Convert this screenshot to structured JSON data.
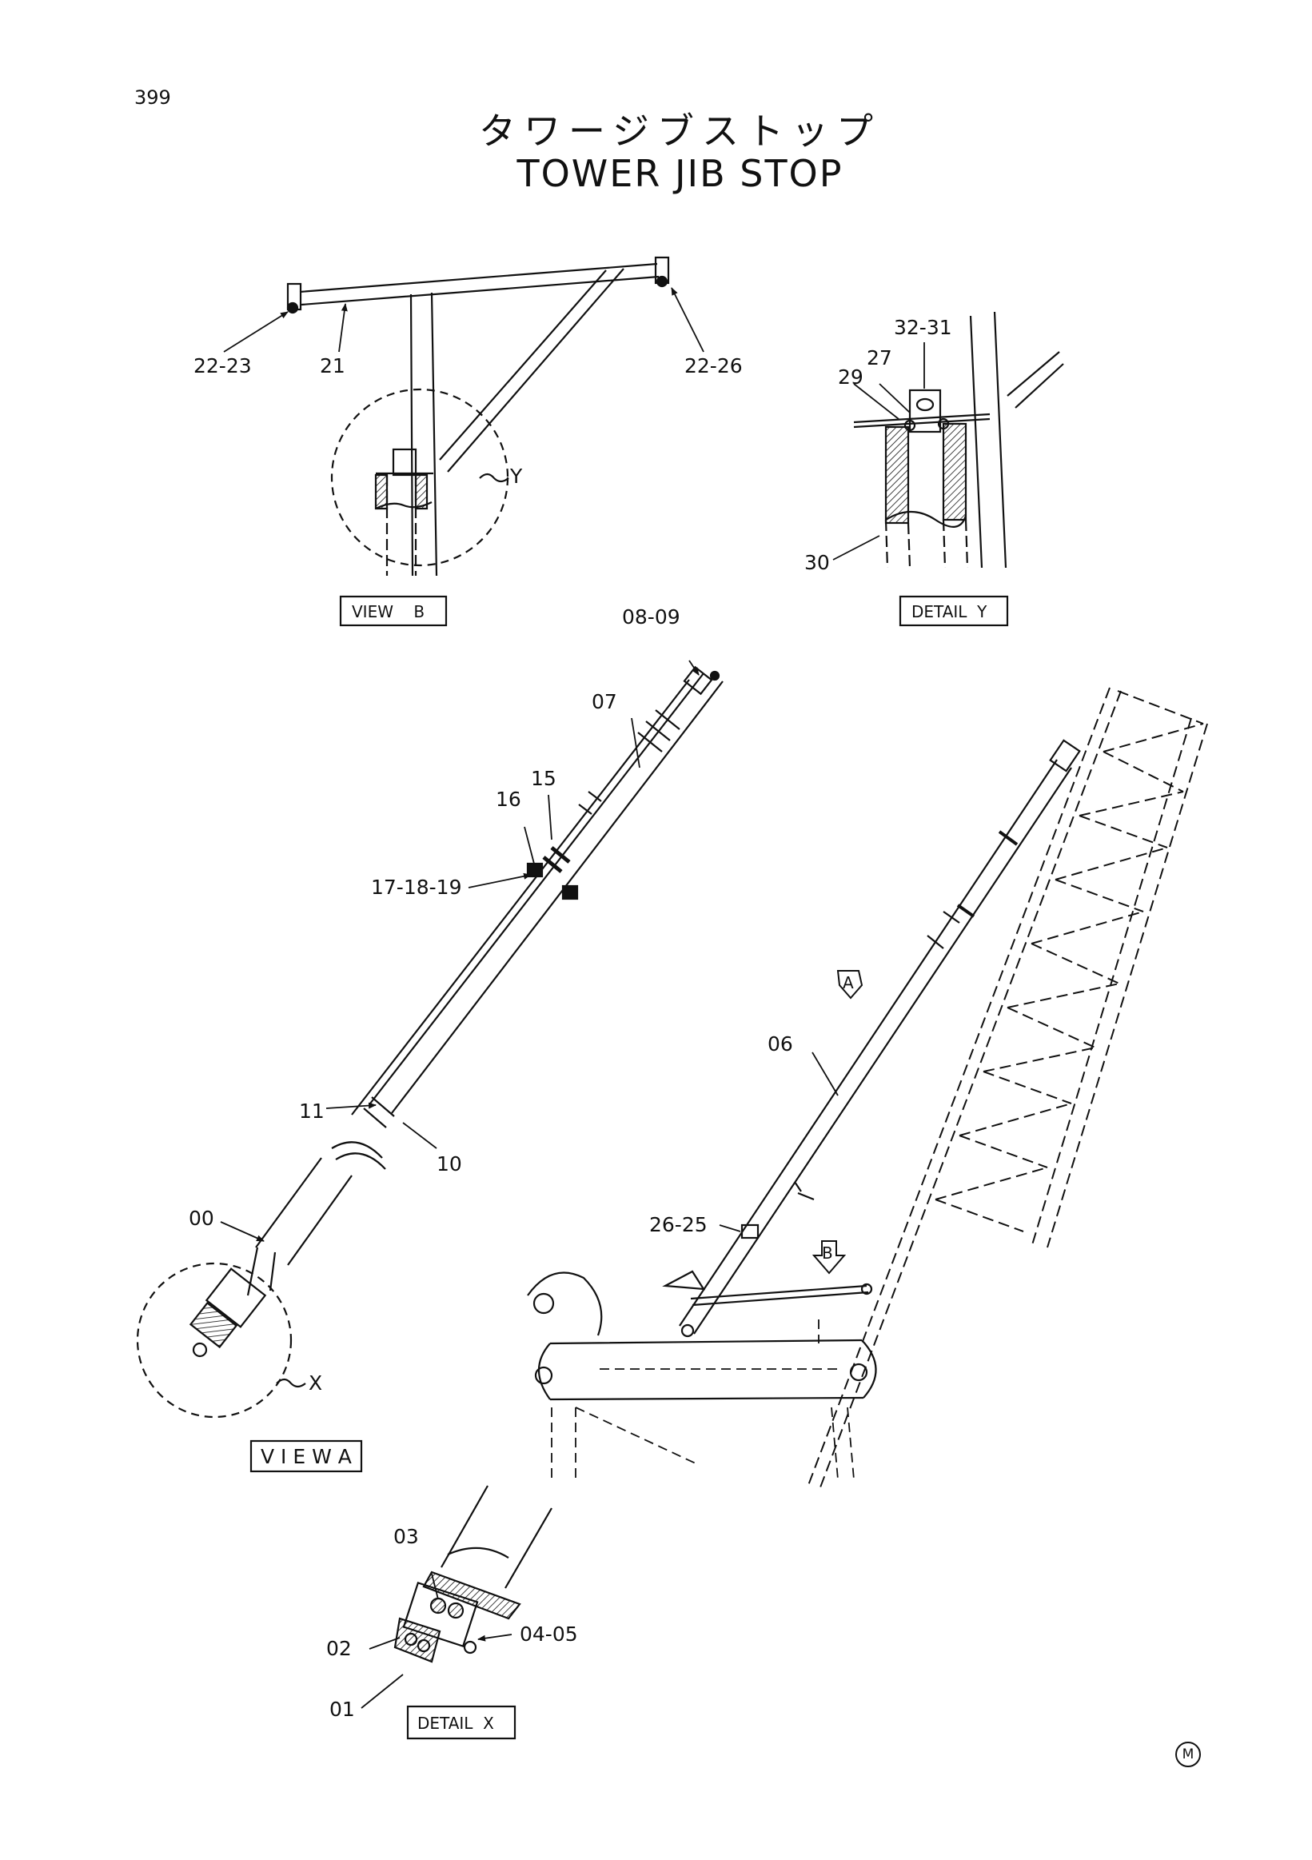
{
  "page_number": "399",
  "title_jp": "タワージブストップ",
  "title_en": "TOWER JIB STOP",
  "view_labels": {
    "view_b": "VIEW    B",
    "detail_y": "DETAIL  Y",
    "view_a": "V I E W A",
    "detail_x": "DETAIL  X"
  },
  "callout_letters": {
    "y": "Y",
    "x": "X",
    "a": "A",
    "b": "B"
  },
  "parts": {
    "p22_23": "22-23",
    "p21": "21",
    "p22_26": "22-26",
    "p32_31": "32-31",
    "p27": "27",
    "p29": "29",
    "p30": "30",
    "p08_09": "08-09",
    "p07": "07",
    "p15": "15",
    "p16": "16",
    "p17_18_19": "17-18-19",
    "p11": "11",
    "p10": "10",
    "p00": "00",
    "p06": "06",
    "p26_25": "26-25",
    "p03": "03",
    "p04_05": "04-05",
    "p02": "02",
    "p01": "01"
  },
  "footer_mark": "M"
}
